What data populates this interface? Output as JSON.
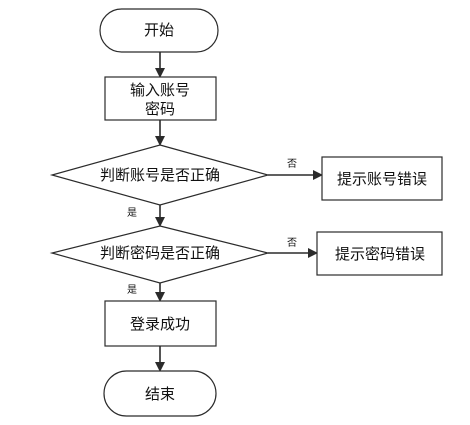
{
  "nodes": {
    "start": {
      "text": "开始"
    },
    "input": {
      "line1": "输入账号",
      "line2": "密码"
    },
    "check_account": {
      "text": "判断账号是否正确"
    },
    "check_password": {
      "text": "判断密码是否正确"
    },
    "account_error": {
      "text": "提示账号错误"
    },
    "password_error": {
      "text": "提示密码错误"
    },
    "success": {
      "text": "登录成功"
    },
    "end": {
      "text": "结束"
    }
  },
  "edge_labels": {
    "no_account": "否",
    "yes_account": "是",
    "no_password": "否",
    "yes_password": "是"
  },
  "colors": {
    "stroke": "#2b2b2b",
    "background": "#ffffff",
    "text": "#111111"
  }
}
